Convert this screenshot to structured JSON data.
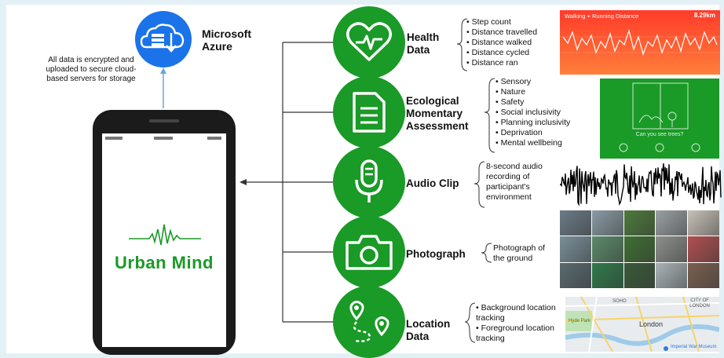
{
  "cloud": {
    "title_line1": "Microsoft",
    "title_line2": "Azure",
    "note_line1": "All data is encrypted and",
    "note_line2": "uploaded to secure cloud-",
    "note_line3": "based servers for storage",
    "color": "#1a73e8"
  },
  "app": {
    "name": "Urban Mind",
    "brand_color": "#1a9a27"
  },
  "modules": [
    {
      "label_lines": [
        "Health",
        "Data"
      ],
      "icon": "heart-pulse-icon",
      "items": [
        "Step count",
        "Distance travelled",
        "Distance walked",
        "Distance cycled",
        "Distance ran"
      ],
      "preview": {
        "title": "Walking + Running Distance",
        "value": "8.29km"
      }
    },
    {
      "label_lines": [
        "Ecological",
        "Momentary",
        "Assessment"
      ],
      "icon": "document-icon",
      "items": [
        "Sensory",
        "Nature",
        "Safety",
        "Social inclusivity",
        "Planning inclusivity",
        "Deprivation",
        "Mental wellbeing"
      ],
      "preview": {
        "question": "Can you see trees?"
      }
    },
    {
      "label_lines": [
        "Audio Clip"
      ],
      "icon": "microphone-icon",
      "text_lines": [
        "8-second audio",
        "recording of",
        "participant's",
        "environment"
      ]
    },
    {
      "label_lines": [
        "Photograph"
      ],
      "icon": "camera-icon",
      "text_lines": [
        "Photograph of",
        "the ground"
      ]
    },
    {
      "label_lines": [
        "Location",
        "Data"
      ],
      "icon": "location-pins-icon",
      "items": [
        "Background location tracking",
        "Foreground location tracking"
      ],
      "map_labels": [
        "SOHO",
        "CITY OF LONDON",
        "Hyde Park",
        "London",
        "Imperial War Museum"
      ]
    }
  ]
}
